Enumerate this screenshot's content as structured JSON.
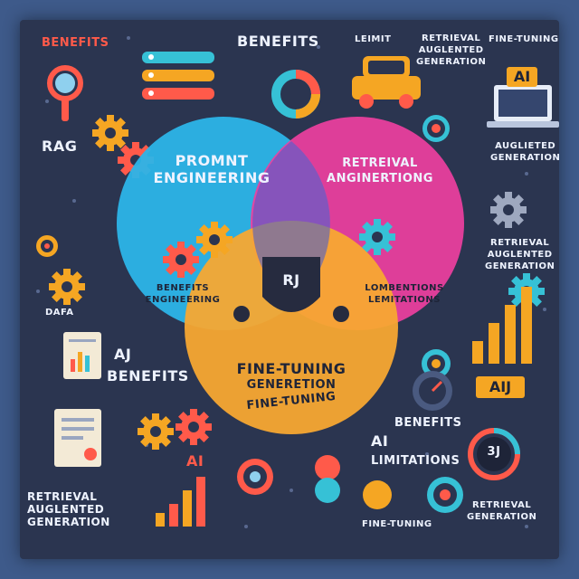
{
  "infographic": {
    "header_left": "BENEFITS",
    "header_center": "BENEFITS",
    "header_limit": "LEIMIT",
    "header_rag_top": "RETRIEVAL\nAUGLENTED\nGENERATION",
    "header_finetuning": "FINE-TUNING",
    "ai_badge": "AI",
    "rag_left": "RAG",
    "augmented_right": "AUGLIETED\nGENERATION",
    "data_left": "DAFA",
    "retrieval_right": "RETRIEVAL\nAUGLENTED\nGENERATION",
    "aj_left": "AJ",
    "benefits_left": "BENEFITS",
    "ai_left": "AI",
    "retrieval_bottom_left": "RETRIEVAL\nAUGLENTED\nGENERATION",
    "aij_badge": "AIJ",
    "benefits_right": "BENEFITS",
    "ai_right": "AI",
    "limitations_right": "LIMITATIONS",
    "three_j": "3J",
    "retrieval_bottom_right": "RETRIEVAL\nGENERATION",
    "finetuning_bottom": "FINE-TUNING",
    "venn": {
      "left_title": "PROMNT\nENGINEERING",
      "right_title": "RETREIVAL\nANGINERTIONG",
      "center_label": "RJ",
      "left_sub": "BENEFITS\nENGINEERING",
      "right_sub": "LOMBENTIONS\nLEMITATIONS",
      "bottom_title": "FINE-TUNING",
      "bottom_sub": "GENERETION",
      "bottom_sub2": "FINE-TUNING"
    }
  },
  "colors": {
    "background": "#3e5a8a",
    "board": "#2b3550",
    "circle_left": "#2cb5e8",
    "circle_right": "#ee3fa0",
    "circle_bottom": "#f7a832",
    "accent_red": "#ff5a4a",
    "accent_orange": "#f5a623",
    "accent_teal": "#36c1d6"
  }
}
